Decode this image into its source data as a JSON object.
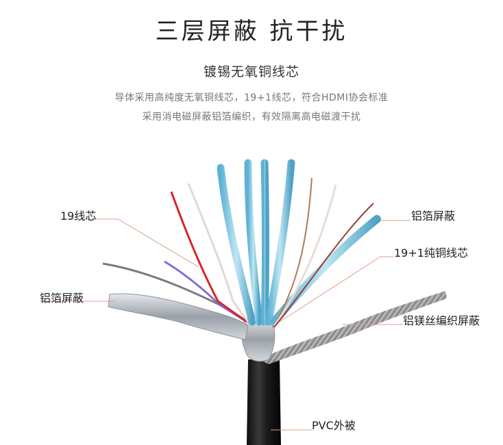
{
  "title": "三层屏蔽 抗干扰",
  "subtitle": "镀锡无氧铜线芯",
  "description": [
    "导体采用高纯度无氧铜线芯，19+1线芯，符合HDMI协会标准",
    "采用消电磁屏蔽铝箔编织，有效隔离高电磁渡干扰"
  ],
  "labels": {
    "core_19": "19线芯",
    "foil_left": "铝箔屏蔽",
    "foil_right": "铝箔屏蔽",
    "copper_core": "19+1纯铜线芯",
    "braid": "铝镁丝编织屏蔽",
    "jacket": "PVC外被"
  },
  "colors": {
    "jacket": "#1a1a1a",
    "blue_wire": "#7cc6e0",
    "red_wire": "#d8232a",
    "purple_wire": "#7d6fd1",
    "copper_wire": "#c98a5a",
    "foil": "#b9bfc6",
    "braid": "#8e8e8e"
  }
}
